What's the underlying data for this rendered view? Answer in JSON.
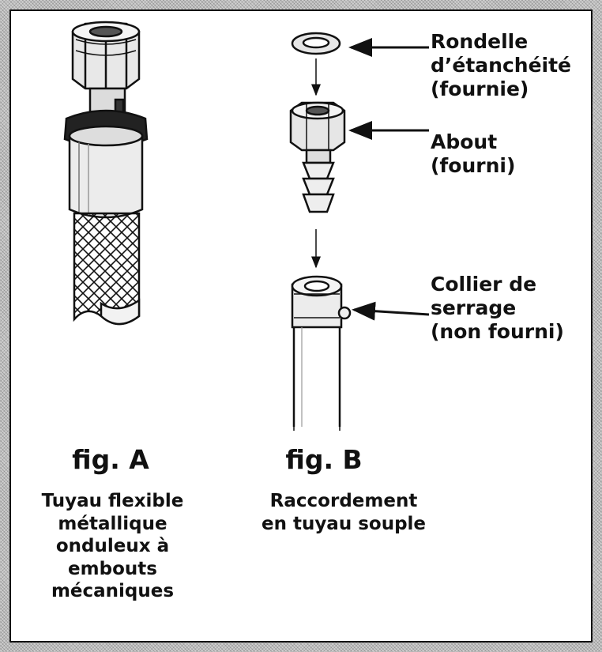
{
  "labels": {
    "washer": "Rondelle\nd’étanchéité\n(fournie)",
    "fitting": "About\n(fourni)",
    "clamp": "Collier de\nserrage\n(non fourni)"
  },
  "figA": {
    "title": "fig. A",
    "caption": "Tuyau flexible\nmétallique\nonduleux à\nembouts\nmécaniques"
  },
  "figB": {
    "title": "fig. B",
    "caption": "Raccordement\nen tuyau souple"
  }
}
